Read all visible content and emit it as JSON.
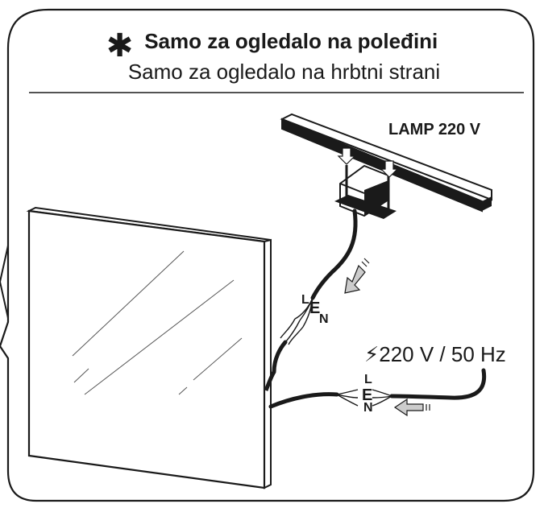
{
  "header": {
    "title": "Samo za ogledalo na poleđini",
    "subtitle": "Samo za ogledalo na hrbtni strani",
    "star_icon": "asterisk-icon"
  },
  "lamp": {
    "label": "LAMP 220 V"
  },
  "wires": {
    "lamp_side": {
      "L": "L",
      "E": "E",
      "N": "N"
    },
    "mains_side": {
      "L": "L",
      "E": "E",
      "N": "N"
    }
  },
  "power": {
    "bolt_icon": "lightning-icon",
    "bolt": "⚡",
    "label": "220 V / 50 Hz"
  },
  "colors": {
    "ink": "#1a1a1a",
    "wire": "#1a1a1a",
    "arrow_fill": "#cccccc"
  }
}
